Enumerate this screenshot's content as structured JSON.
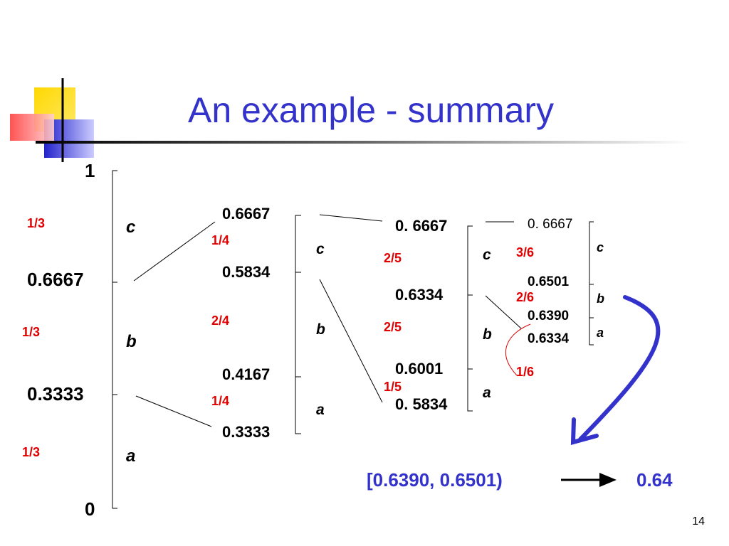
{
  "slide": {
    "title": "An example - summary",
    "page_number": "14"
  },
  "colors": {
    "title": "#3333cc",
    "probability": "#e00000",
    "result": "#3333cc",
    "arrow": "#3333cc"
  },
  "level1": {
    "bounds": [
      "1",
      "0.6667",
      "0.3333",
      "0"
    ],
    "symbols": [
      "c",
      "b",
      "a"
    ],
    "probs": [
      "1/3",
      "1/3",
      "1/3"
    ]
  },
  "level2": {
    "bounds": [
      "0.6667",
      "0.5834",
      "0.4167",
      "0.3333"
    ],
    "symbols": [
      "c",
      "b",
      "a"
    ],
    "probs": [
      "1/4",
      "2/4",
      "1/4"
    ]
  },
  "level3": {
    "bounds": [
      "0. 6667",
      "0.6334",
      "0.6001",
      "0. 5834"
    ],
    "symbols": [
      "c",
      "b",
      "a"
    ],
    "probs": [
      "2/5",
      "2/5",
      "1/5"
    ]
  },
  "level4": {
    "bounds": [
      "0. 6667",
      "0.6501",
      "0.6390",
      "0.6334"
    ],
    "symbols": [
      "c",
      "b",
      "a"
    ],
    "probs": [
      "3/6",
      "2/6",
      "1/6"
    ]
  },
  "result": {
    "interval": "[0.6390, 0.6501)",
    "code": "0.64"
  }
}
